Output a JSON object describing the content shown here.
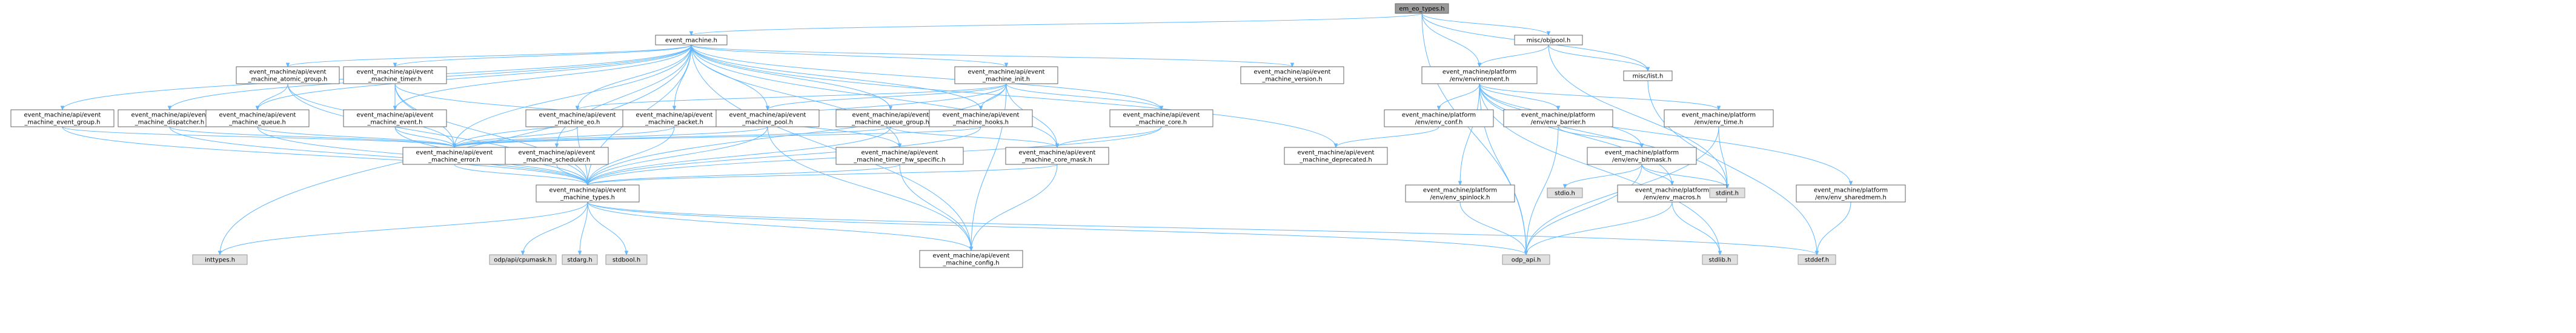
{
  "graph": {
    "nodes": {
      "em_eo_types": "em_eo_types.h",
      "event_machine": "event_machine.h",
      "objpool": "misc/objpool.h",
      "list": "misc/list.h",
      "env_environment": [
        "event_machine/platform",
        "/env/environment.h"
      ],
      "atomic_group": [
        "event_machine/api/event",
        "_machine_atomic_group.h"
      ],
      "timer": [
        "event_machine/api/event",
        "_machine_timer.h"
      ],
      "init": [
        "event_machine/api/event",
        "_machine_init.h"
      ],
      "version": [
        "event_machine/api/event",
        "_machine_version.h"
      ],
      "event_group": [
        "event_machine/api/event",
        "_machine_event_group.h"
      ],
      "dispatcher": [
        "event_machine/api/event",
        "_machine_dispatcher.h"
      ],
      "queue": [
        "event_machine/api/event",
        "_machine_queue.h"
      ],
      "event": [
        "event_machine/api/event",
        "_machine_event.h"
      ],
      "eo": [
        "event_machine/api/event",
        "_machine_eo.h"
      ],
      "packet": [
        "event_machine/api/event",
        "_machine_packet.h"
      ],
      "pool": [
        "event_machine/api/event",
        "_machine_pool.h"
      ],
      "queue_group": [
        "event_machine/api/event",
        "_machine_queue_group.h"
      ],
      "hooks": [
        "event_machine/api/event",
        "_machine_hooks.h"
      ],
      "core": [
        "event_machine/api/event",
        "_machine_core.h"
      ],
      "error": [
        "event_machine/api/event",
        "_machine_error.h"
      ],
      "scheduler": [
        "event_machine/api/event",
        "_machine_scheduler.h"
      ],
      "timer_hw": [
        "event_machine/api/event",
        "_machine_timer_hw_specific.h"
      ],
      "core_mask": [
        "event_machine/api/event",
        "_machine_core_mask.h"
      ],
      "types": [
        "event_machine/api/event",
        "_machine_types.h"
      ],
      "config": [
        "event_machine/api/event",
        "_machine_config.h"
      ],
      "deprecated": [
        "event_machine/api/event",
        "_machine_deprecated.h"
      ],
      "env_conf": [
        "event_machine/platform",
        "/env/env_conf.h"
      ],
      "env_barrier": [
        "event_machine/platform",
        "/env/env_barrier.h"
      ],
      "env_bitmask": [
        "event_machine/platform",
        "/env/env_bitmask.h"
      ],
      "env_time": [
        "event_machine/platform",
        "/env/env_time.h"
      ],
      "env_spinlock": [
        "event_machine/platform",
        "/env/env_spinlock.h"
      ],
      "env_macros": [
        "event_machine/platform",
        "/env/env_macros.h"
      ],
      "env_sharedmem": [
        "event_machine/platform",
        "/env/env_sharedmem.h"
      ],
      "inttypes": "inttypes.h",
      "cpumask": "odp/api/cpumask.h",
      "stdarg": "stdarg.h",
      "stdbool": "stdbool.h",
      "stdio": "stdio.h",
      "stdint": "stdint.h",
      "odp_api": "odp_api.h",
      "stdlib": "stdlib.h",
      "stddef": "stddef.h"
    }
  }
}
